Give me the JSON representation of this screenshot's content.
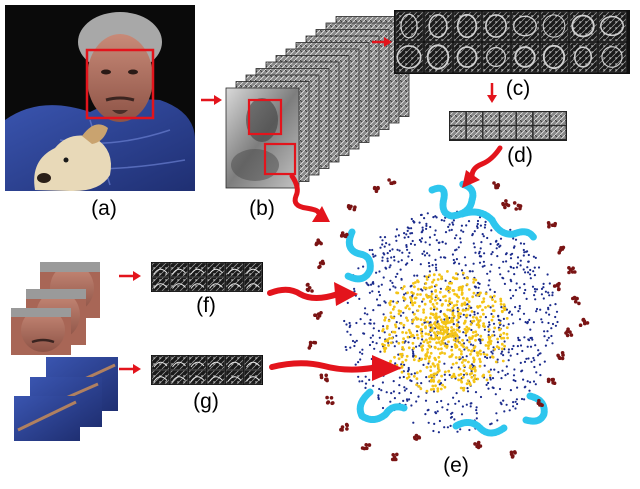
{
  "figure": {
    "labels": {
      "a": "(a)",
      "b": "(b)",
      "c": "(c)",
      "d": "(d)",
      "e": "(e)",
      "f": "(f)",
      "g": "(g)"
    },
    "colors": {
      "arrow": "#e3141c",
      "box": "#e3141c",
      "cluster_cyan": "#2ec6ee",
      "cluster_maroon": "#7a1414",
      "dots_blue": "#1b2b8c",
      "dots_yellow": "#f4c417",
      "photo_bg": "#0a0a0a",
      "shirt": "#2a3f8f",
      "skin": "#b9786a"
    },
    "panels": [
      {
        "id": "a",
        "content": "portrait photo with red face box"
      },
      {
        "id": "b",
        "content": "stack of filtered feature maps"
      },
      {
        "id": "c",
        "content": "grid of receptive field patches"
      },
      {
        "id": "d",
        "content": "selected patch row"
      },
      {
        "id": "e",
        "content": "scatter embedding of features"
      },
      {
        "id": "f",
        "content": "face crops feature row"
      },
      {
        "id": "g",
        "content": "shirt crops feature row"
      }
    ]
  }
}
